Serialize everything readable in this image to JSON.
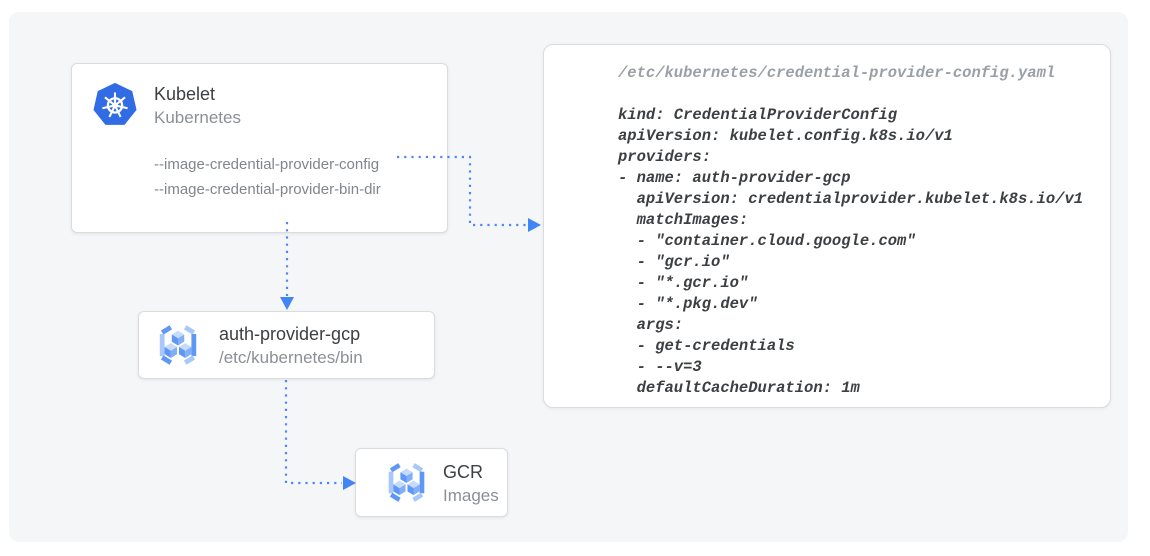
{
  "kubelet_card": {
    "title": "Kubelet",
    "subtitle": "Kubernetes",
    "flags": [
      "--image-credential-provider-config",
      "--image-credential-provider-bin-dir"
    ]
  },
  "auth_provider_card": {
    "title": "auth-provider-gcp",
    "subtitle": "/etc/kubernetes/bin"
  },
  "gcr_card": {
    "title": "GCR",
    "subtitle": "Images"
  },
  "yaml_panel": {
    "filename": "/etc/kubernetes/credential-provider-config.yaml",
    "lines": [
      "kind: CredentialProviderConfig",
      "apiVersion: kubelet.config.k8s.io/v1",
      "providers:",
      "- name: auth-provider-gcp",
      "  apiVersion: credentialprovider.kubelet.k8s.io/v1",
      "  matchImages:",
      "  - \"container.cloud.google.com\"",
      "  - \"gcr.io\"",
      "  - \"*.gcr.io\"",
      "  - \"*.pkg.dev\"",
      "  args:",
      "  - get-credentials",
      "  - --v=3",
      "  defaultCacheDuration: 1m"
    ]
  },
  "icons": {
    "kubelet": "kubernetes-icon",
    "auth_provider": "gcr-icon",
    "gcr": "gcr-icon"
  },
  "colors": {
    "arrow_blue": "#4285f4",
    "kubernetes_blue": "#326ce5",
    "icon_blue_dark": "#5e97f6",
    "icon_blue_light": "#a8c7fa",
    "cube_top": "#c6dafb",
    "card_border": "#dadce0",
    "dark_text": "#3c4043",
    "muted_text": "#80868b",
    "filename_text": "#9aa0a6",
    "canvas_bg": "#f5f6f7"
  }
}
